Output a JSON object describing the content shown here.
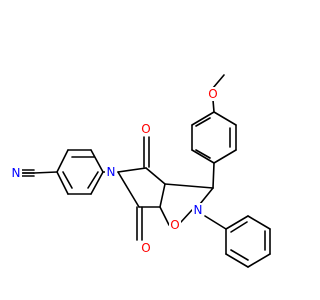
{
  "structure": {
    "colors": {
      "bond": "#000000",
      "carbon": "#000000",
      "oxygen": "#ff0000",
      "nitrogen": "#0000ff",
      "background": "#ffffff"
    },
    "atom_labels": {
      "methoxy_oxygen": "O",
      "methyl": "",
      "imide_nitrogen": "N",
      "ring_nitrogen": "N",
      "ring_oxygen": "O",
      "carbonyl_oxygen_top": "O",
      "carbonyl_oxygen_bottom": "O",
      "nitrile_nitrogen": "N"
    }
  }
}
